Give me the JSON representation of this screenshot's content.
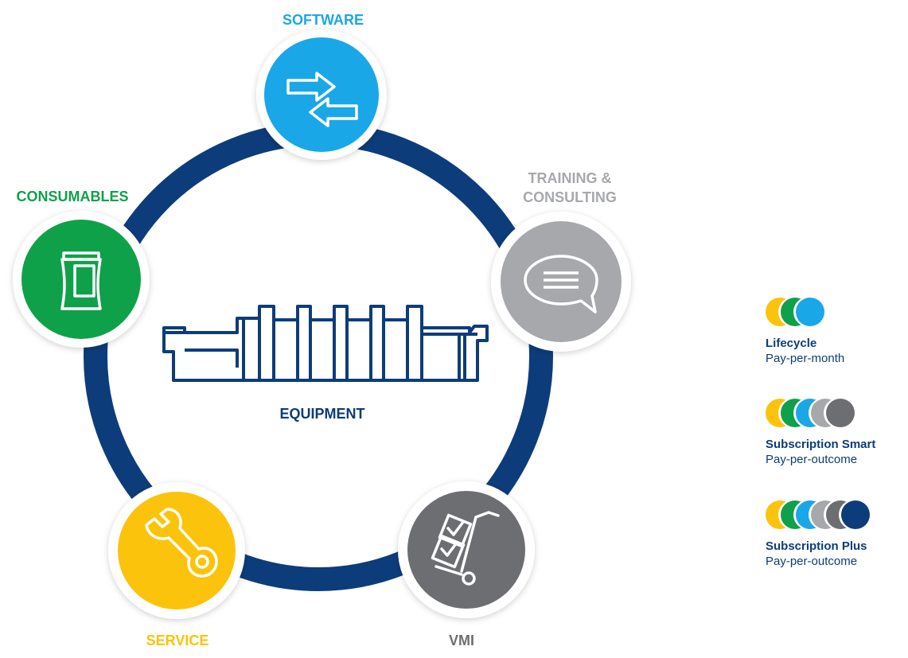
{
  "diagram": {
    "center_label": "EQUIPMENT",
    "nodes": [
      {
        "id": "software",
        "label": "SOFTWARE",
        "color": "#1aa7e8",
        "icon": "exchange-arrows-icon"
      },
      {
        "id": "training",
        "label_line1": "TRAINING &",
        "label_line2": "CONSULTING",
        "color": "#a6a8ab",
        "icon": "speech-bubble-icon"
      },
      {
        "id": "vmi",
        "label": "VMI",
        "color": "#6d6e71",
        "icon": "hand-truck-checklist-icon"
      },
      {
        "id": "service",
        "label": "SERVICE",
        "color": "#fcc30d",
        "icon": "wrench-icon"
      },
      {
        "id": "consumables",
        "label": "CONSUMABLES",
        "color": "#0fa14a",
        "icon": "ink-can-icon"
      }
    ],
    "center_icon": "printing-press-icon",
    "ring_color": "#0d3c7a"
  },
  "legend": {
    "items": [
      {
        "title": "Lifecycle",
        "subtitle": "Pay-per-month",
        "dot_colors": [
          "#fcc30d",
          "#0fa14a",
          "#1aa7e8"
        ]
      },
      {
        "title": "Subscription Smart",
        "subtitle": "Pay-per-outcome",
        "dot_colors": [
          "#fcc30d",
          "#0fa14a",
          "#1aa7e8",
          "#a6a8ab",
          "#6d6e71"
        ]
      },
      {
        "title": "Subscription Plus",
        "subtitle": "Pay-per-outcome",
        "dot_colors": [
          "#fcc30d",
          "#0fa14a",
          "#1aa7e8",
          "#a6a8ab",
          "#6d6e71",
          "#0d3c7a"
        ]
      }
    ]
  }
}
